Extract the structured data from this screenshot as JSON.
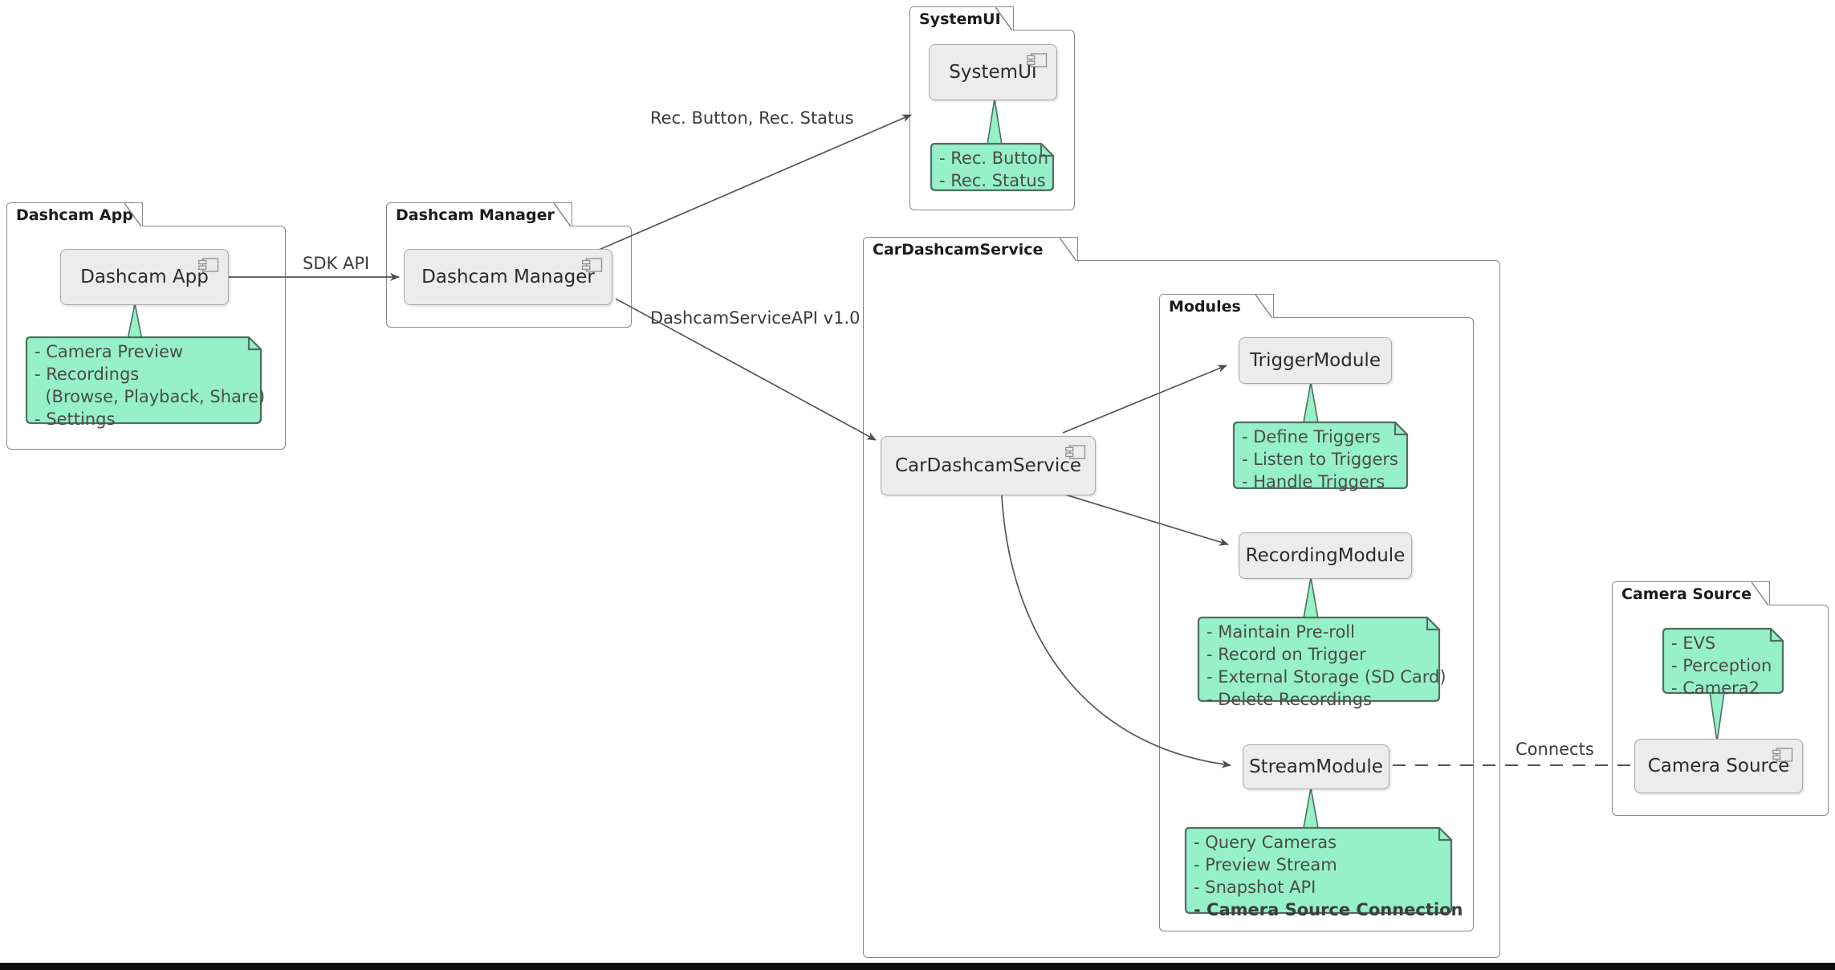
{
  "diagram": {
    "title": "Dashcam Architecture Component Diagram",
    "type": "uml-component-diagram",
    "colors": {
      "note_fill": "#96f0c8",
      "note_border": "#4f6f60",
      "component_fill": "#ececec",
      "component_border": "#a8a8a8",
      "package_border": "#888888",
      "edge_stroke": "#555555",
      "background": "#ffffff"
    }
  },
  "packages": [
    {
      "id": "dashcam-app",
      "label": "Dashcam App"
    },
    {
      "id": "dashcam-manager",
      "label": "Dashcam Manager"
    },
    {
      "id": "systemui",
      "label": "SystemUI"
    },
    {
      "id": "cardashcamservice",
      "label": "CarDashcamService"
    },
    {
      "id": "modules",
      "label": "Modules"
    },
    {
      "id": "camera-source",
      "label": "Camera Source"
    }
  ],
  "components": [
    {
      "id": "dashcam-app",
      "label": "Dashcam App",
      "icon": "component-icon",
      "has_icon": true
    },
    {
      "id": "dashcam-manager",
      "label": "Dashcam Manager",
      "icon": "component-icon",
      "has_icon": true
    },
    {
      "id": "systemui",
      "label": "SystemUI",
      "icon": "component-icon",
      "has_icon": true
    },
    {
      "id": "cardashcamservice",
      "label": "CarDashcamService",
      "icon": "component-icon",
      "has_icon": true
    },
    {
      "id": "camera-source",
      "label": "Camera Source",
      "icon": "component-icon",
      "has_icon": true
    },
    {
      "id": "trigger-module",
      "label": "TriggerModule",
      "has_icon": false
    },
    {
      "id": "recording-module",
      "label": "RecordingModule",
      "has_icon": false
    },
    {
      "id": "stream-module",
      "label": "StreamModule",
      "has_icon": false
    }
  ],
  "notes": [
    {
      "id": "note-dashcam-app",
      "attached_to": "dashcam-app",
      "lines": [
        "- Camera Preview",
        "- Recordings",
        "  (Browse, Playback, Share)",
        "- Settings"
      ]
    },
    {
      "id": "note-systemui",
      "attached_to": "systemui",
      "lines": [
        "- Rec. Button",
        "- Rec. Status"
      ]
    },
    {
      "id": "note-trigger-module",
      "attached_to": "trigger-module",
      "lines": [
        "- Define Triggers",
        "- Listen to Triggers",
        "- Handle Triggers"
      ]
    },
    {
      "id": "note-recording-module",
      "attached_to": "recording-module",
      "lines": [
        "- Maintain Pre-roll",
        "- Record on Trigger",
        "- External Storage (SD Card)",
        "- Delete Recordings"
      ]
    },
    {
      "id": "note-stream-module",
      "attached_to": "stream-module",
      "lines": [
        "- Query Cameras",
        "- Preview Stream",
        "- Snapshot API"
      ],
      "bold_lines": [
        "- Camera Source Connection"
      ]
    },
    {
      "id": "note-camera-source",
      "attached_to": "camera-source",
      "lines": [
        "- EVS",
        "- Perception",
        "- Camera2"
      ]
    }
  ],
  "edges": [
    {
      "id": "edge-sdk-api",
      "from": "dashcam-app",
      "to": "dashcam-manager",
      "label": "SDK API",
      "style": "solid",
      "arrow": "open"
    },
    {
      "id": "edge-rec-ui",
      "from": "dashcam-manager",
      "to": "systemui",
      "label": "Rec. Button, Rec. Status",
      "style": "solid",
      "arrow": "open"
    },
    {
      "id": "edge-service-api",
      "from": "dashcam-manager",
      "to": "cardashcamservice",
      "label": "DashcamServiceAPI v1.0",
      "style": "solid",
      "arrow": "open"
    },
    {
      "id": "edge-to-trigger",
      "from": "cardashcamservice",
      "to": "trigger-module",
      "label": "",
      "style": "solid",
      "arrow": "open"
    },
    {
      "id": "edge-to-recording",
      "from": "cardashcamservice",
      "to": "recording-module",
      "label": "",
      "style": "solid",
      "arrow": "open"
    },
    {
      "id": "edge-to-stream",
      "from": "cardashcamservice",
      "to": "stream-module",
      "label": "",
      "style": "solid",
      "arrow": "open"
    },
    {
      "id": "edge-connects",
      "from": "stream-module",
      "to": "camera-source",
      "label": "Connects",
      "style": "dashed",
      "arrow": "none"
    }
  ]
}
